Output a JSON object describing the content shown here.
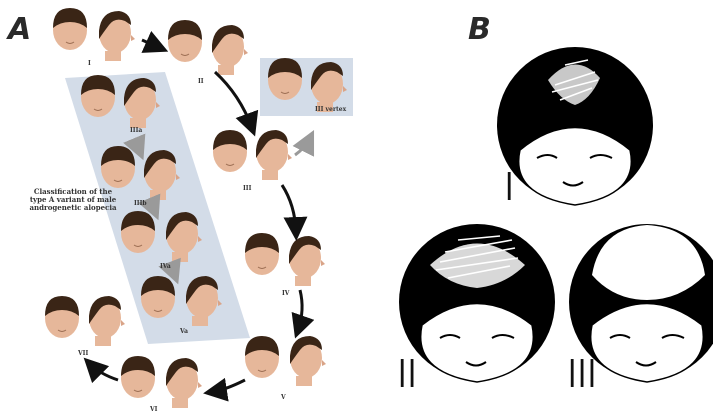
{
  "panel_a": {
    "letter": "A",
    "stages": [
      "I",
      "II",
      "III vertex",
      "III",
      "IIIa",
      "IIIb",
      "IVa",
      "Va",
      "IV",
      "V",
      "VI",
      "VII"
    ],
    "caption": "Classification of the type A variant of male androgenetic alopecia"
  },
  "panel_b": {
    "letter": "B",
    "stages": [
      "I",
      "II",
      "III"
    ]
  },
  "colors": {
    "skin": "#e6b79a",
    "hair": "#3a2516",
    "box": "#d3dce8",
    "arrow": "#111111",
    "arrow_light": "#9a9a9a"
  }
}
